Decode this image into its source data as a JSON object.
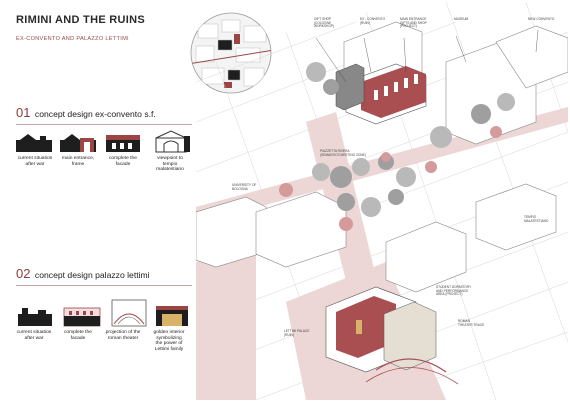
{
  "title": "RIMINI AND THE RUINS",
  "subtitle": "EX-CONVENTO AND PALAZZO LETTIMI",
  "section1": {
    "number": "01",
    "title": "concept design ex-convento s.f.",
    "captions": [
      "current situation\nafter war",
      "main entrance,\nframe",
      "complete the\nfacade",
      "viewpoint to\ntempio\nmalatestiano"
    ]
  },
  "section2": {
    "number": "02",
    "title": "concept design palazzo lettimi",
    "captions": [
      "current situation\nafter war",
      "complete the\nfacade",
      "projection of the\nroman theater",
      "golden interior\nsymbolizing\nthe power of\nLettimi family"
    ]
  },
  "plan_labels": {
    "gift_shop": "GIFT SHOP\n(COLOGNE\nWORKSHOP)",
    "ex_convento": "EX - CONVENTO\n(RUIN)",
    "main_entrance": "MAIN ENTRANCE\nGIFTS AND SHOP\n(PROJECT)",
    "museum": "MUSEUM",
    "new_convento": "NEW CONVENTO",
    "piazzetta": "PIAZZETTA RIVERA\n(SEMANTICS MEETING ZONE)",
    "university": "UNIVERSITY OF\nBOLOGNA",
    "tempio": "TEMPIO\nMALATESTIANO",
    "student_dorm": "STUDENT DORMITORY\nAND PERFORMANCE\nAREA (PROJECT)",
    "roman_theater": "ROMAN\nTHEATER TRACE",
    "lettimi_ruin": "LETTIMI PALACE\n(RUIN)"
  }
}
